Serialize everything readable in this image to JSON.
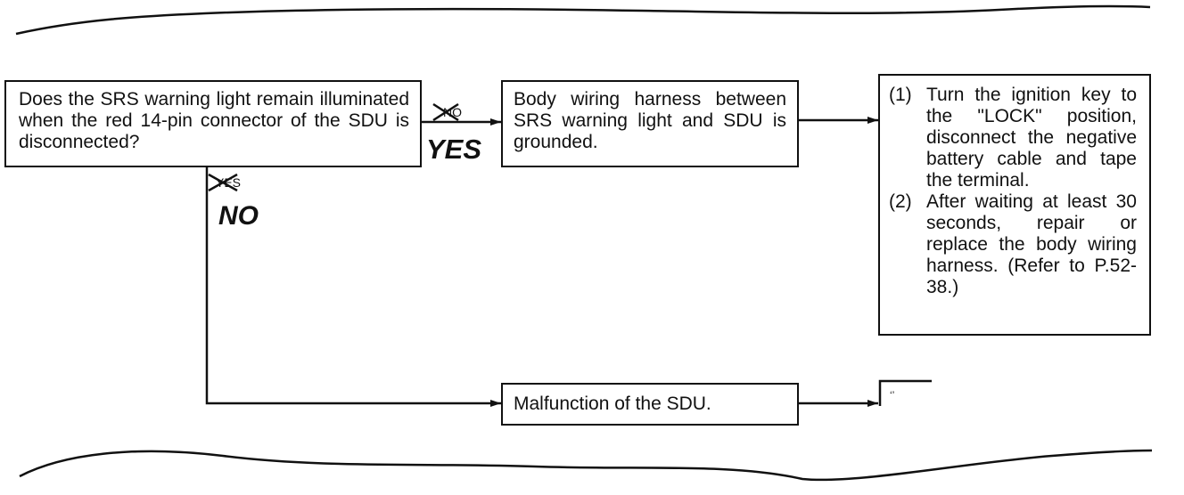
{
  "question": "Does the SRS warning light remain illuminated when the red 14-pin connector of the SDU is disconnected?",
  "yes_branch": {
    "struck_label": "NO",
    "label": "YES",
    "result": "Body wiring harness between SRS warning light and SDU is grounded.",
    "steps": [
      {
        "num": "(1)",
        "text": "Turn the ignition key to the \"LOCK\" position, disconnect the negative battery cable and tape the terminal."
      },
      {
        "num": "(2)",
        "text": "After waiting at least 30 seconds, repair or replace the body wiring harness. (Refer to P.52-38.)"
      }
    ]
  },
  "no_branch": {
    "struck_label": "YES",
    "label": "NO",
    "result": "Malfunction of the SDU."
  },
  "colors": {
    "line": "#111111",
    "background": "#ffffff"
  }
}
